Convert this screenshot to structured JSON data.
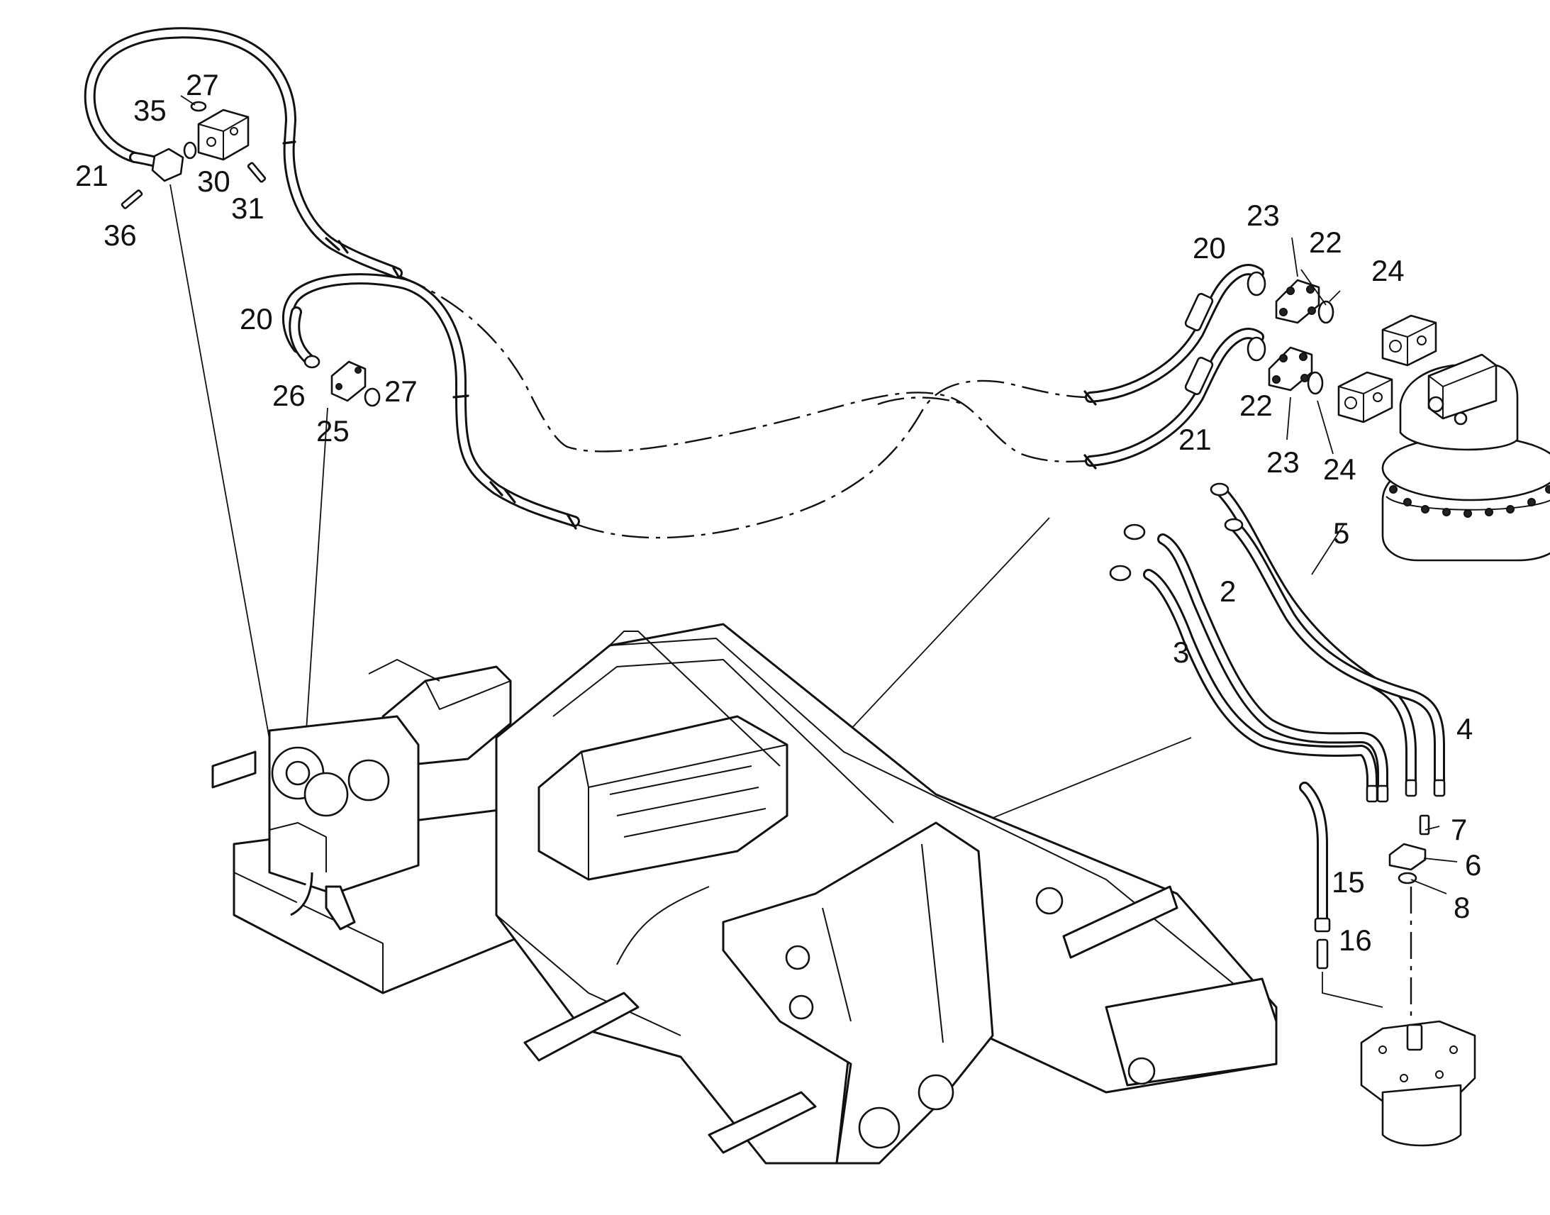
{
  "callouts": {
    "c21_top": "21",
    "c35": "35",
    "c27_top": "27",
    "c30": "30",
    "c31": "31",
    "c36": "36",
    "c20_left": "20",
    "c26": "26",
    "c27_mid": "27",
    "c25": "25",
    "c20_right": "20",
    "c23_top": "23",
    "c22_top": "22",
    "c24_top": "24",
    "c22_low": "22",
    "c21_right": "21",
    "c23_low": "23",
    "c24_low": "24",
    "c5": "5",
    "c2": "2",
    "c3": "3",
    "c4": "4",
    "c7": "7",
    "c6": "6",
    "c8": "8",
    "c15": "15",
    "c16": "16"
  }
}
